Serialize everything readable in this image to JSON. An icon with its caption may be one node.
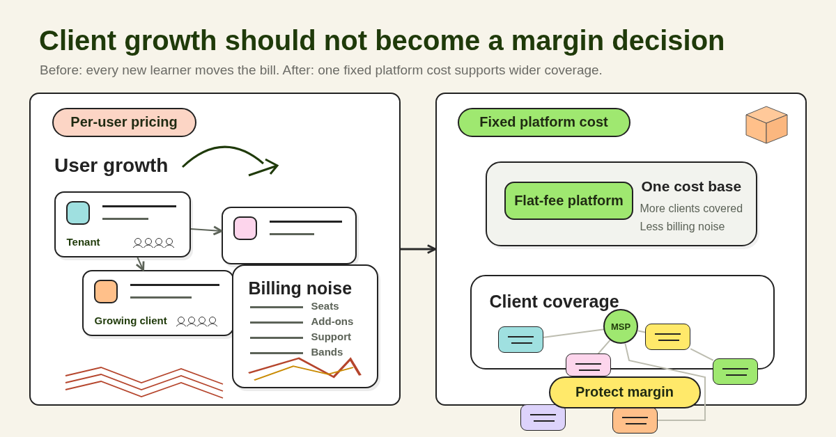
{
  "diagram": {
    "title": "Client growth should not become a margin decision",
    "caption": "Before: every new learner moves the bill. After: one fixed platform cost supports wider coverage.",
    "nodes": [
      {
        "text": [],
        "shape": "box"
      },
      {
        "text": [
          "Per-user pricing"
        ],
        "in": 0
      },
      {
        "text": [
          "Tenant"
        ],
        "in": 0
      },
      {
        "text": [],
        "shape": "box",
        "in": 0
      },
      {
        "text": [
          "Growing client"
        ],
        "in": 0
      },
      {
        "text": [
          "Billing noise",
          "Seats",
          "Add-ons",
          "Support",
          "Bands"
        ],
        "in": 0
      },
      {
        "text": [],
        "shape": "box"
      },
      {
        "text": [
          "Fixed platform cost"
        ],
        "in": 6
      },
      {
        "text": [
          "One cost base",
          "More clients covered",
          "Less billing noise"
        ],
        "in": 6
      },
      {
        "text": [
          "Flat-fee platform"
        ],
        "in": 8
      },
      {
        "text": [
          "Client coverage"
        ],
        "in": 6
      },
      {
        "text": [
          "MSP"
        ],
        "in": 10
      },
      {
        "text": [],
        "shape": "box",
        "in": 10
      },
      {
        "text": [],
        "shape": "box",
        "in": 10
      },
      {
        "text": [],
        "shape": "box",
        "in": 6
      },
      {
        "text": [],
        "shape": "box",
        "in": 6
      },
      {
        "text": [
          "Protect margin"
        ],
        "in": 6
      },
      {
        "text": [],
        "shape": "box"
      },
      {
        "text": [],
        "shape": "box"
      }
    ],
    "edges": [
      {
        "from": 2,
        "to": 3,
        "arrow": "to",
        "color": "#5c6358"
      },
      {
        "from": 2,
        "to": 4,
        "arrow": "to",
        "color": "#5c6358"
      },
      {
        "from": 0,
        "to": 6,
        "arrow": "to",
        "color": "#2a2a2a"
      },
      {
        "from": 11,
        "to": 12,
        "arrow": "none",
        "color": "#bdbdb0"
      },
      {
        "from": 11,
        "to": 13,
        "arrow": "none",
        "color": "#bdbdb0"
      },
      {
        "from": 11,
        "to": 14,
        "arrow": "none",
        "color": "#bdbdb0"
      },
      {
        "from": 11,
        "to": 18,
        "arrow": "none",
        "color": "#bdbdb0"
      },
      {
        "from": 13,
        "to": 15,
        "arrow": "none",
        "color": "#bdbdb0"
      }
    ],
    "labels": [
      "User growth"
    ]
  }
}
